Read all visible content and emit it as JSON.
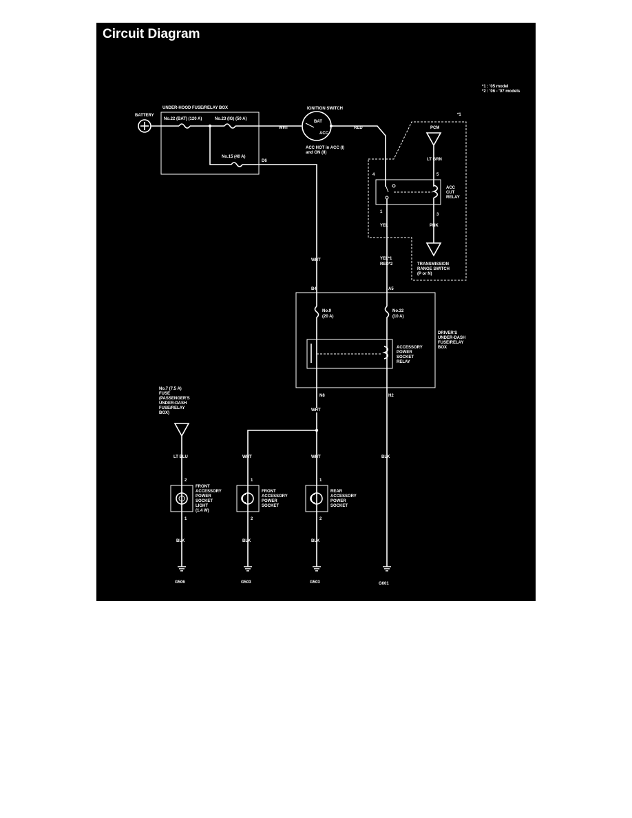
{
  "page": {
    "title": "Circuit Diagram"
  },
  "notes": {
    "note1": "*1 : '05 model",
    "note2": "*2 : '06 - '07 models",
    "marker1": "*1"
  },
  "battery": {
    "label": "BATTERY"
  },
  "underhood_box": {
    "title": "UNDER-HOOD FUSE/RELAY BOX",
    "fuse22": "No.22 (BAT) (120 A)",
    "fuse23": "No.23 (IG) (50 A)",
    "fuse15": "No.15 (40 A)",
    "terminal": "D6"
  },
  "ignition_switch": {
    "title": "IGNITION SWITCH",
    "bat": "BAT",
    "acc": "ACC",
    "note_line1": "ACC HOT in ACC (I)",
    "note_line2": "and ON (II)"
  },
  "acc_cut_relay": {
    "pcm": "PCM",
    "wire_ltgrn": "LT GRN",
    "pin4": "4",
    "pin5": "5",
    "pin1": "1",
    "pin3": "3",
    "label_line1": "ACC",
    "label_line2": "CUT",
    "label_line3": "RELAY",
    "wire_yel": "YEL",
    "wire_pnk": "PNK"
  },
  "transmission": {
    "line1": "TRANSMISSION",
    "line2": "RANGE SWITCH",
    "line3": "(P or N)"
  },
  "wires": {
    "wht_top": "WHT",
    "red_top": "RED",
    "wht_mid": "WHT",
    "yel_mid": "YEL*1",
    "red_mid": "RED*2",
    "wht_lower": "WHT",
    "ltblu": "LT BLU",
    "wht_front": "WHT",
    "wht_rear": "WHT",
    "blk_right": "BLK",
    "blk_1": "BLK",
    "blk_2": "BLK",
    "blk_3": "BLK"
  },
  "dash_box": {
    "term_b4": "B4",
    "term_a5": "A5",
    "fuse9_line1": "No.9",
    "fuse9_line2": "(20 A)",
    "fuse32_line1": "No.32",
    "fuse32_line2": "(10 A)",
    "relay_line1": "ACCESSORY",
    "relay_line2": "POWER",
    "relay_line3": "SOCKET",
    "relay_line4": "RELAY",
    "label_line1": "DRIVER'S",
    "label_line2": "UNDER-DASH",
    "label_line3": "FUSE/RELAY",
    "label_line4": "BOX",
    "term_n8": "N8",
    "term_h2": "H2"
  },
  "fuse7": {
    "line1": "No.7 (7.5 A)",
    "line2": "FUSE",
    "line3": "(PASSENGER'S",
    "line4": "UNDER-DASH",
    "line5": "FUSE/RELAY",
    "line6": "BOX)"
  },
  "socket_light": {
    "pin2": "2",
    "pin1": "1",
    "line1": "FRONT",
    "line2": "ACCESSORY",
    "line3": "POWER",
    "line4": "SOCKET",
    "line5": "LIGHT",
    "line6": "(1.4 W)"
  },
  "front_socket": {
    "pin1": "1",
    "pin2": "2",
    "line1": "FRONT",
    "line2": "ACCESSORY",
    "line3": "POWER",
    "line4": "SOCKET"
  },
  "rear_socket": {
    "pin1": "1",
    "pin2": "2",
    "line1": "REAR",
    "line2": "ACCESSORY",
    "line3": "POWER",
    "line4": "SOCKET"
  },
  "grounds": {
    "g1": "G506",
    "g2": "G503",
    "g3": "G503",
    "g4": "G601"
  },
  "colors": {
    "background": "#000000",
    "lines": "#ffffff",
    "page": "#ffffff"
  }
}
